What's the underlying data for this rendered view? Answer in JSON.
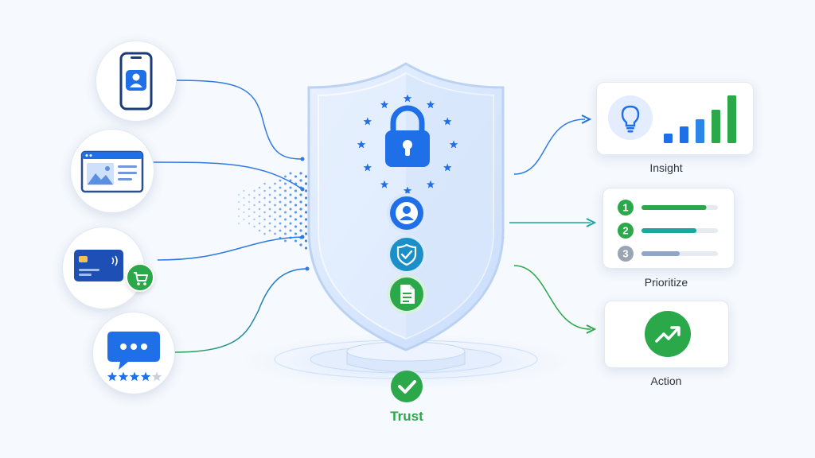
{
  "sources": [
    {
      "id": "mobile",
      "icon": "phone-profile-icon"
    },
    {
      "id": "web",
      "icon": "browser-image-icon"
    },
    {
      "id": "payment",
      "icon": "credit-card-cart-icon"
    },
    {
      "id": "reviews",
      "icon": "chat-bubble-stars-icon",
      "rating": 4,
      "max_rating": 5
    }
  ],
  "shield": {
    "center_icon": "padlock-icon",
    "badges": [
      "user-icon",
      "shield-check-icon",
      "document-icon"
    ]
  },
  "outputs": {
    "insight": {
      "label": "Insight",
      "bars": [
        0.2,
        0.35,
        0.5,
        0.7,
        1.0
      ]
    },
    "prioritize": {
      "label": "Prioritize",
      "items": [
        {
          "num": "1",
          "fill": 0.85
        },
        {
          "num": "2",
          "fill": 0.72
        },
        {
          "num": "3",
          "fill": 0.5
        }
      ]
    },
    "action": {
      "label": "Action"
    }
  },
  "trust": {
    "label": "Trust"
  },
  "colors": {
    "blue": "#1e6fe8",
    "teal": "#1aa7a0",
    "green": "#2aa84a",
    "grey": "#9aa5b4"
  }
}
